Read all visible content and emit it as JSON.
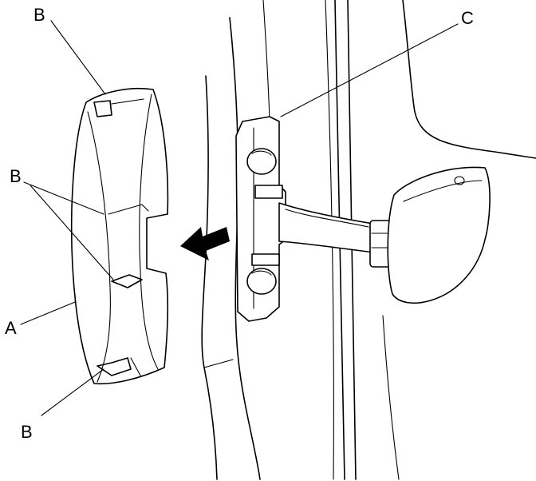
{
  "labels": {
    "a": "A",
    "b_top": "B",
    "b_mid": "B",
    "b_bottom": "B",
    "c": "C"
  }
}
